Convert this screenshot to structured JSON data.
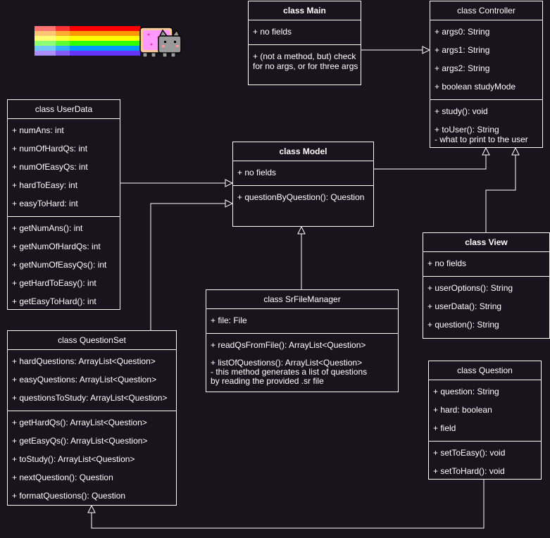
{
  "classes": {
    "main": {
      "title": "class Main",
      "fields": [
        "+ no fields"
      ],
      "methods": [
        {
          "text": "+ (not a method, but) check",
          "note": "for no args, or for three args"
        }
      ]
    },
    "controller": {
      "title": "class Controller",
      "fields": [
        "+ args0: String",
        "+ args1: String",
        "+ args2: String",
        "+ boolean studyMode"
      ],
      "methods": [
        {
          "text": "+ study(): void"
        },
        {
          "text": "+ toUser(): String",
          "note": "- what to print to the user"
        }
      ]
    },
    "userdata": {
      "title": "class UserData",
      "fields": [
        "+ numAns: int",
        "+ numOfHardQs: int",
        "+ numOfEasyQs: int",
        "+ hardToEasy: int",
        "+ easyToHard: int"
      ],
      "methods": [
        {
          "text": "+ getNumAns(): int"
        },
        {
          "text": "+ getNumOfHardQs: int"
        },
        {
          "text": "+ getNumOfEasyQs(): int"
        },
        {
          "text": "+ getHardToEasy(): int"
        },
        {
          "text": "+ getEasyToHard(): int"
        }
      ]
    },
    "model": {
      "title": "class Model",
      "fields": [
        "+ no fields"
      ],
      "methods": [
        {
          "text": "+ questionByQuestion(): Question"
        }
      ]
    },
    "view": {
      "title": "class View",
      "fields": [
        "+ no fields"
      ],
      "methods": [
        {
          "text": "+ userOptions(): String"
        },
        {
          "text": "+ userData(): String"
        },
        {
          "text": "+ question(): String"
        }
      ]
    },
    "srfilemanager": {
      "title": "class SrFileManager",
      "fields": [
        "+ file: File"
      ],
      "methods": [
        {
          "text": "+ readQsFromFile(): ArrayList<Question>"
        },
        {
          "text": "+ listOfQuestions(): ArrayList<Question>",
          "note": "- this method generates a list of questions\nby reading the provided .sr file"
        }
      ]
    },
    "questionset": {
      "title": "class QuestionSet",
      "fields": [
        "+ hardQuestions: ArrayList<Question>",
        "+ easyQuestions: ArrayList<Question>",
        "+ questionsToStudy: ArrayList<Question>"
      ],
      "methods": [
        {
          "text": "+ getHardQs(): ArrayList<Question>"
        },
        {
          "text": "+ getEasyQs(): ArrayList<Question>"
        },
        {
          "text": "+ toStudy(): ArrayList<Question>"
        },
        {
          "text": "+ nextQuestion(): Question"
        },
        {
          "text": "+ formatQuestions(): Question"
        }
      ]
    },
    "question": {
      "title": "class Question",
      "fields": [
        "+ question: String",
        "+ hard: boolean",
        "+ field"
      ],
      "methods": [
        {
          "text": "+ setToEasy(): void"
        },
        {
          "text": "+ setToHard(): void"
        }
      ]
    }
  },
  "colors": {
    "background": "#18141d",
    "line": "#ffffff",
    "rainbow": [
      "#ff0000",
      "#ff9900",
      "#ffff00",
      "#33ff00",
      "#0099ff",
      "#6633ff"
    ]
  },
  "decoration": {
    "icon": "nyan-cat-icon"
  }
}
